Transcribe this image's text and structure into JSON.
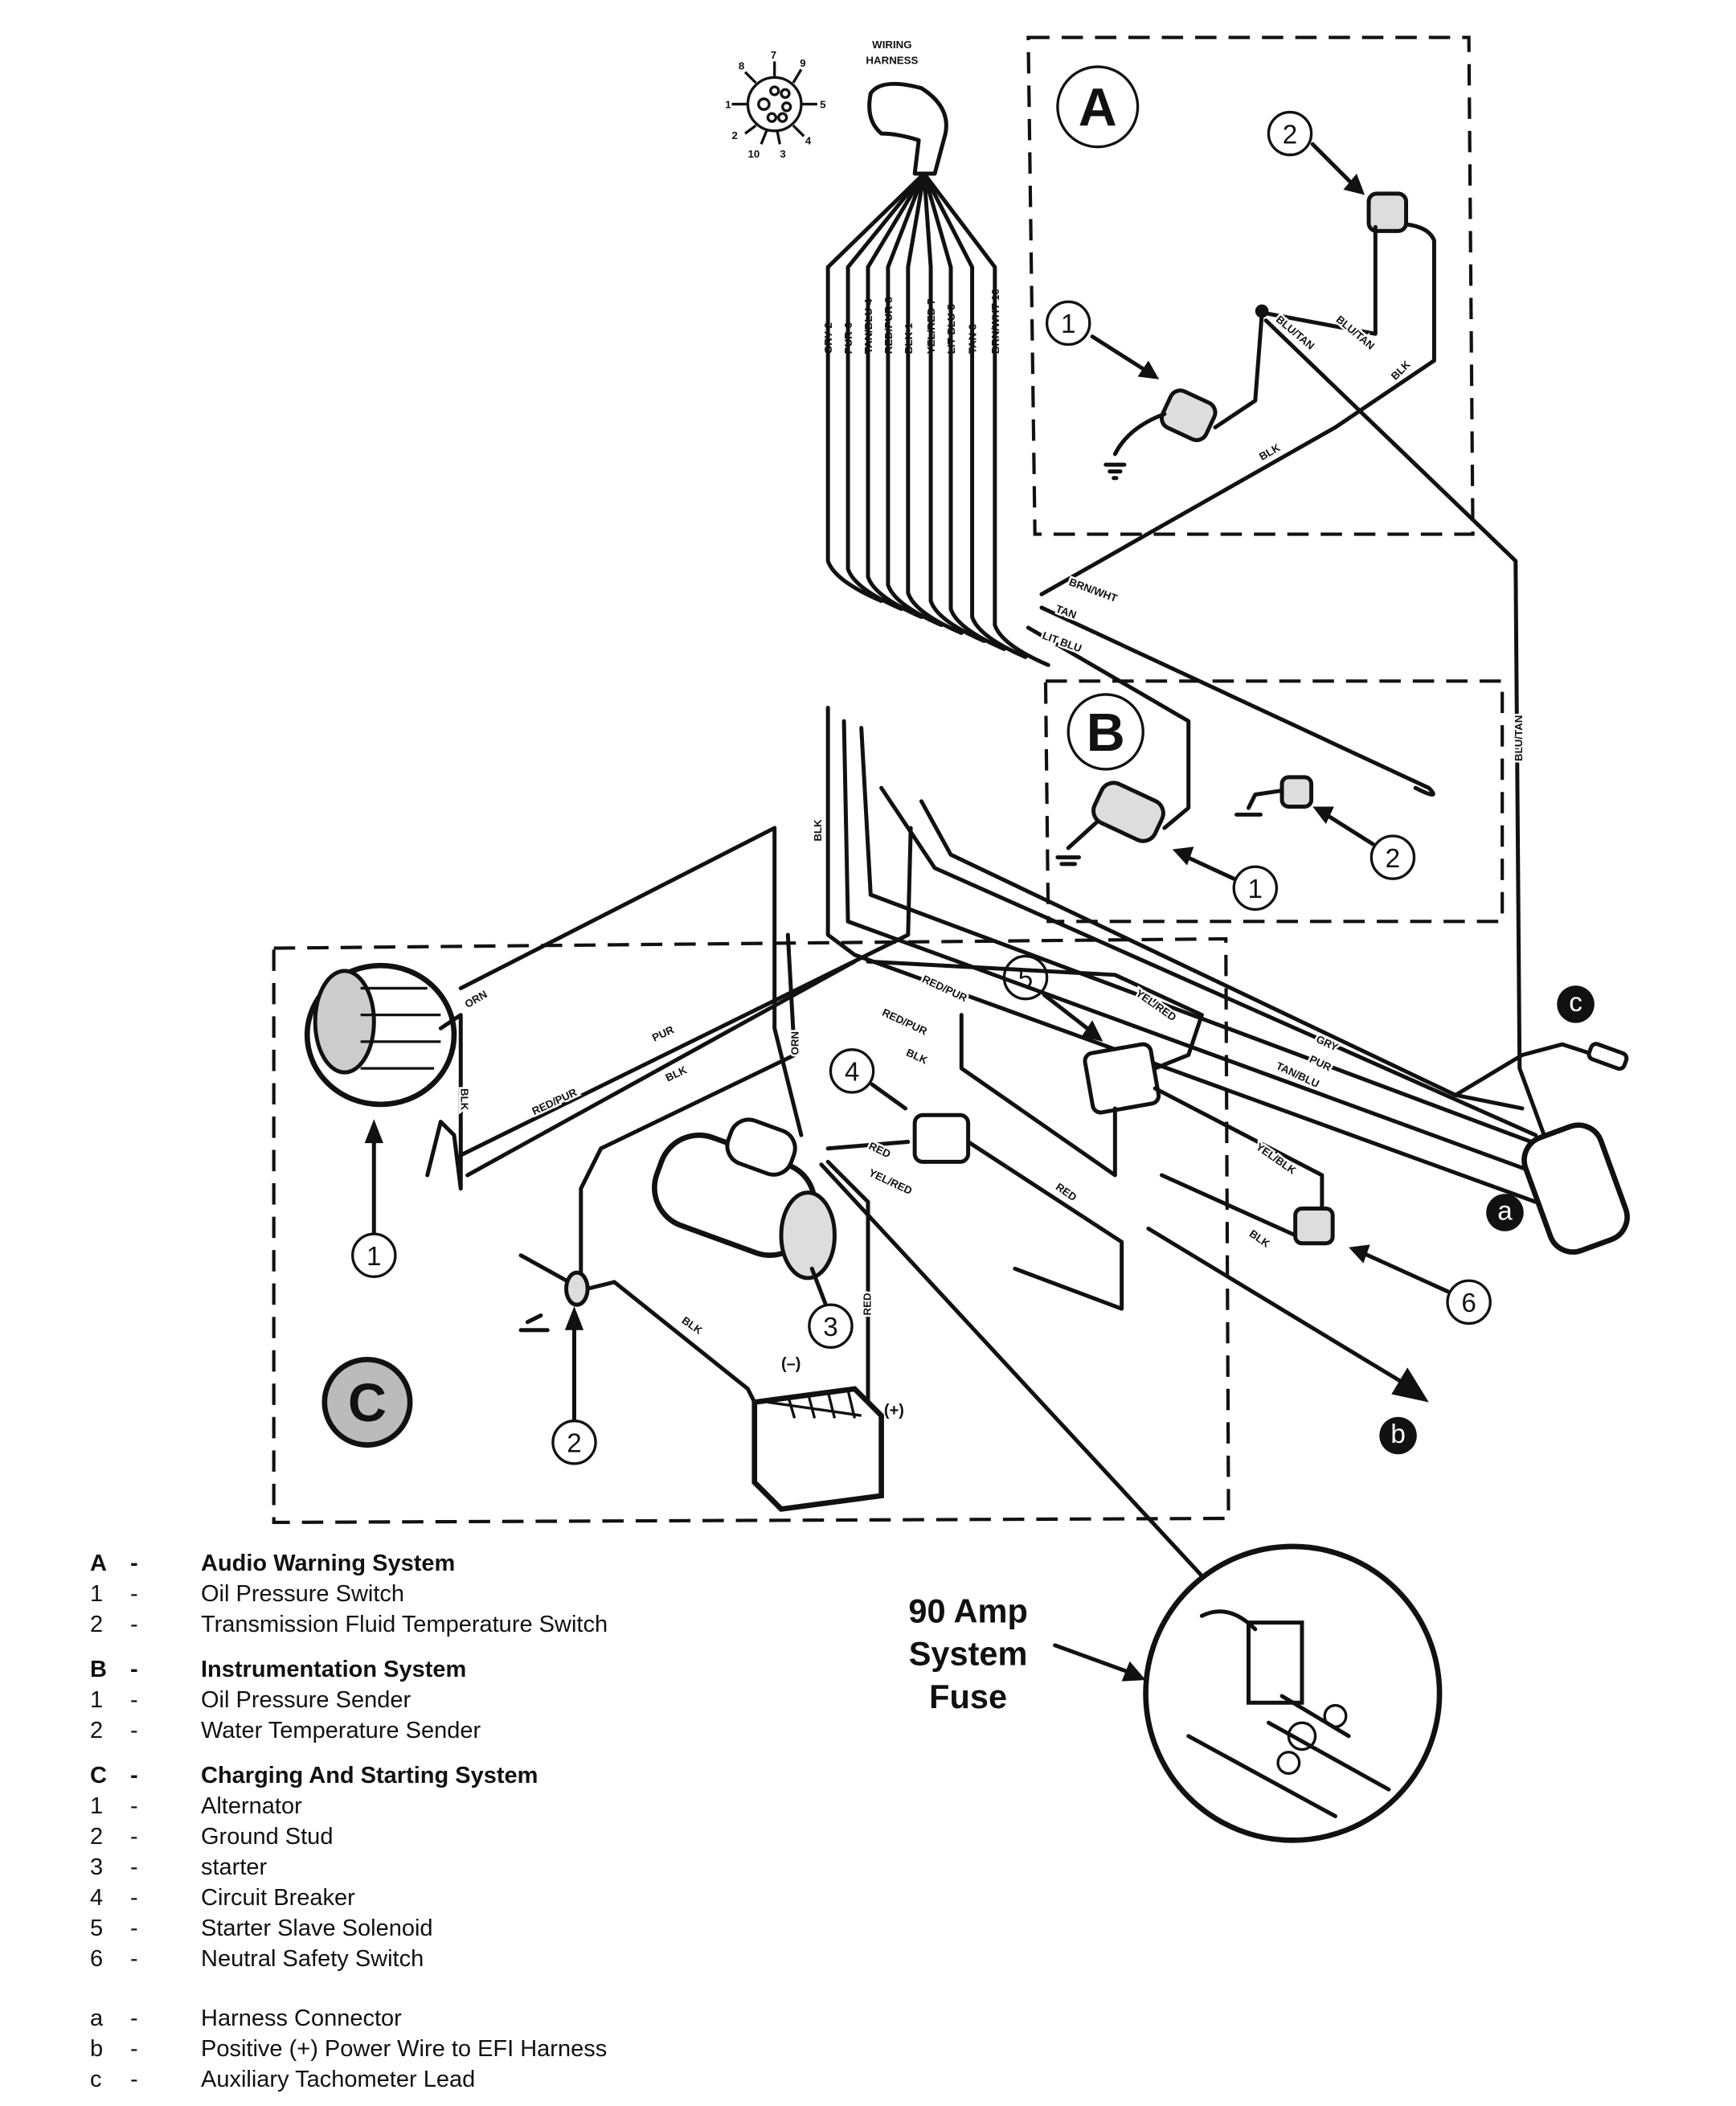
{
  "harness": {
    "title_line1": "WIRING",
    "title_line2": "HARNESS",
    "pins": [
      "1",
      "2",
      "3",
      "4",
      "5",
      "7",
      "8",
      "9",
      "10"
    ],
    "wires": [
      "GRY 2",
      "PUR 6",
      "TAN/BLU 4",
      "RED/PUR 8",
      "BLK 1",
      "YEL/RED 7",
      "LIT BLU 5",
      "TAN 3",
      "BRN/WHT 10"
    ]
  },
  "wire_labels": [
    "BLU/TAN",
    "BLU/TAN",
    "BLK",
    "BLK",
    "BRN/WHT",
    "TAN",
    "LIT BLU",
    "BLU/TAN",
    "BLK",
    "ORN",
    "PUR",
    "RED/PUR",
    "BLK",
    "BLK",
    "ORN",
    "RED/PUR",
    "RED/PUR",
    "BLK",
    "YEL/RED",
    "GRY",
    "PUR",
    "TAN/BLU",
    "YEL/BLK",
    "BLK",
    "RED",
    "RED",
    "YEL/RED",
    "BLK",
    "RED"
  ],
  "battery": {
    "neg": "(–)",
    "pos": "(+)"
  },
  "callouts": {
    "A": "A",
    "B": "B",
    "C": "C",
    "A1": "1",
    "A2": "2",
    "B1": "1",
    "B2": "2",
    "C1": "1",
    "C2": "2",
    "C3": "3",
    "C4": "4",
    "C5": "5",
    "C6": "6",
    "a": "a",
    "b": "b",
    "c": "c"
  },
  "fuse_label": [
    "90 Amp",
    "System",
    "Fuse"
  ],
  "legend": {
    "A": {
      "key": "A",
      "title": "Audio Warning System",
      "items": [
        {
          "key": "1",
          "text": "Oil Pressure Switch"
        },
        {
          "key": "2",
          "text": "Transmission Fluid Temperature Switch"
        }
      ]
    },
    "B": {
      "key": "B",
      "title": "Instrumentation System",
      "items": [
        {
          "key": "1",
          "text": "Oil Pressure Sender"
        },
        {
          "key": "2",
          "text": "Water Temperature Sender"
        }
      ]
    },
    "C": {
      "key": "C",
      "title": "Charging And Starting System",
      "items": [
        {
          "key": "1",
          "text": "Alternator"
        },
        {
          "key": "2",
          "text": "Ground Stud"
        },
        {
          "key": "3",
          "text": "starter"
        },
        {
          "key": "4",
          "text": "Circuit Breaker"
        },
        {
          "key": "5",
          "text": "Starter Slave Solenoid"
        },
        {
          "key": "6",
          "text": "Neutral Safety Switch"
        }
      ]
    },
    "letters": [
      {
        "key": "a",
        "text": "Harness Connector"
      },
      {
        "key": "b",
        "text": "Positive (+) Power Wire to EFI Harness"
      },
      {
        "key": "c",
        "text": "Auxiliary Tachometer Lead"
      }
    ],
    "dash": "-"
  }
}
